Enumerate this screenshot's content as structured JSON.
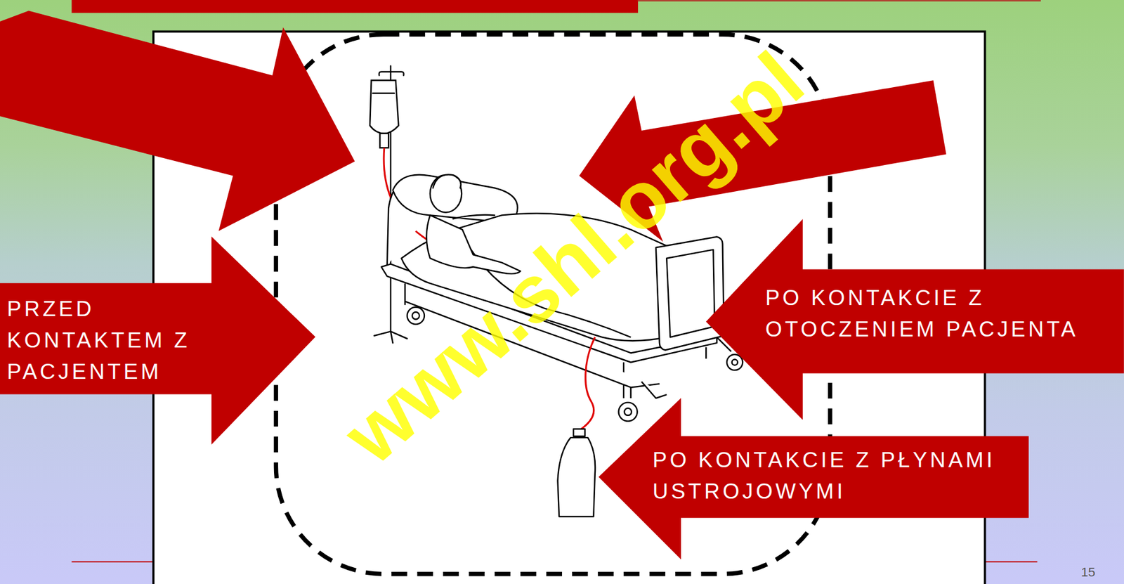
{
  "diagram": {
    "nodes": [
      {
        "text": [
          "PRZED KONTAKTEM Z PACJENTEM"
        ]
      },
      {
        "text": [
          "PO KONTAKCIE Z OTOCZENIEM PACJENTA"
        ]
      },
      {
        "text": [
          "PO KONTAKCIE Z PŁYNAMI USTROJOWYMI"
        ]
      }
    ],
    "labels": [
      "www.shl.org.pl",
      "15"
    ]
  }
}
